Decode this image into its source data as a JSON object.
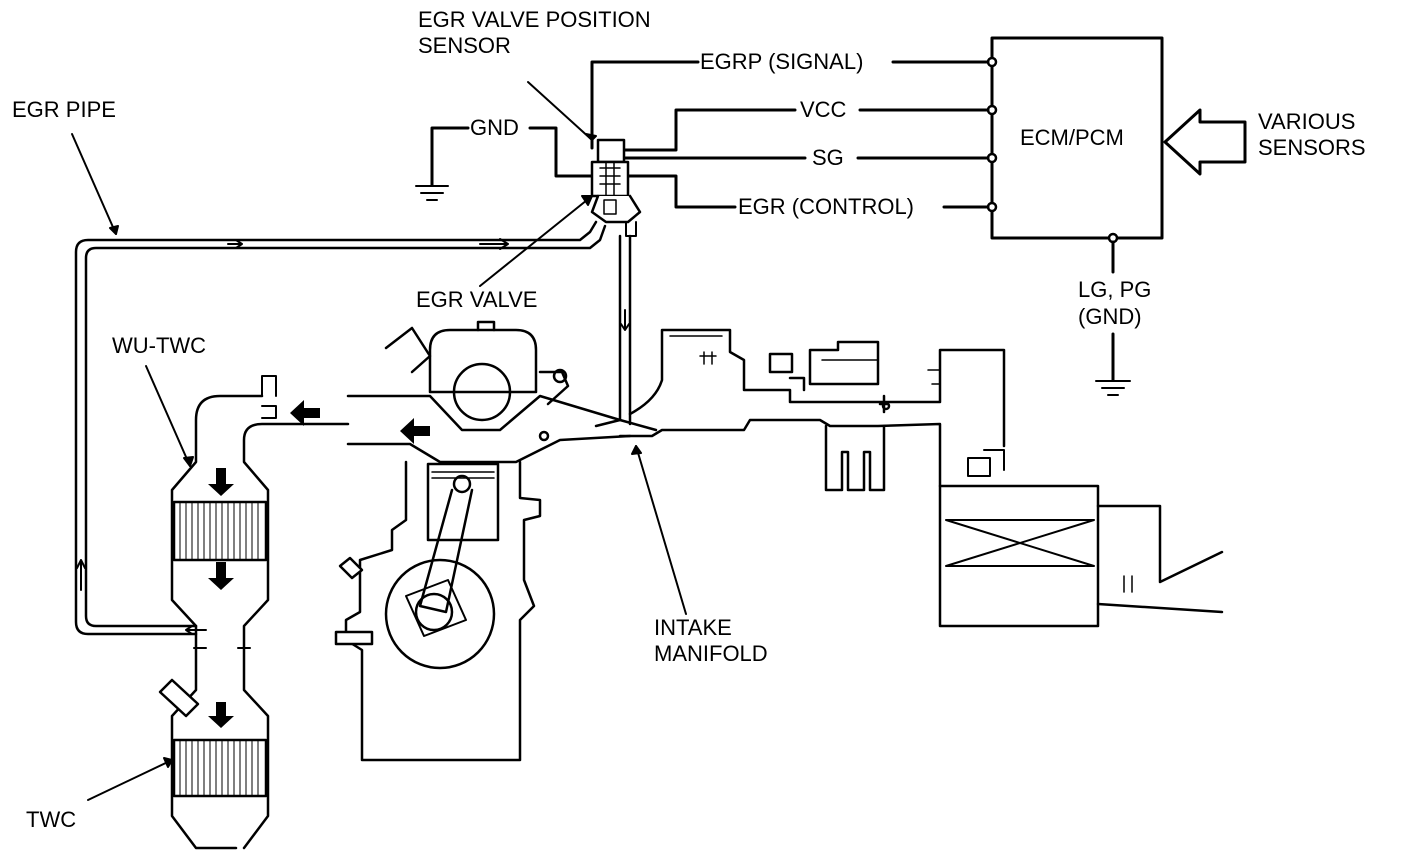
{
  "labels": {
    "egr_valve_position_sensor_line1": "EGR VALVE POSITION",
    "egr_valve_position_sensor_line2": "SENSOR",
    "egr_pipe": "EGR PIPE",
    "gnd": "GND",
    "egrp_signal": "EGRP (SIGNAL)",
    "vcc": "VCC",
    "sg": "SG",
    "egr_control": "EGR (CONTROL)",
    "ecm_pcm": "ECM/PCM",
    "various_sensors_line1": "VARIOUS",
    "various_sensors_line2": "SENSORS",
    "egr_valve": "EGR VALVE",
    "lg_pg_line1": "LG, PG",
    "lg_pg_line2": "(GND)",
    "wu_twc": "WU-TWC",
    "intake_manifold_line1": "INTAKE",
    "intake_manifold_line2": "MANIFOLD",
    "twc": "TWC"
  },
  "colors": {
    "line": "#000000",
    "background": "#ffffff"
  }
}
